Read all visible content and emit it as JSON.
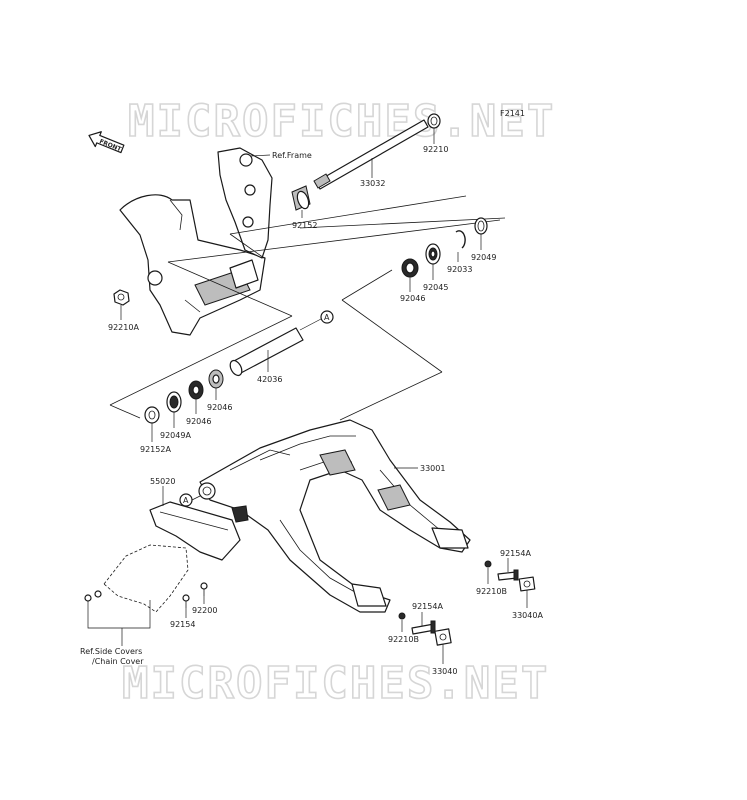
{
  "watermark": "MICROFICHES.NET",
  "front_label": "FRONT",
  "diagram_code": "F2141",
  "refs": {
    "frame": "Ref.Frame",
    "side_covers_line1": "Ref.Side Covers",
    "side_covers_line2": "/Chain Cover"
  },
  "callout": "A",
  "parts": {
    "p92210": "92210",
    "p33032": "33032",
    "p92152": "92152",
    "p92210A": "92210A",
    "p92049": "92049",
    "p92033": "92033",
    "p92045": "92045",
    "p92046_top": "92046",
    "p42036": "42036",
    "p92046_left": "92046",
    "p92046_mid": "92046",
    "p92049A": "92049A",
    "p92152A": "92152A",
    "p33001": "33001",
    "p55020": "55020",
    "p92154A_r": "92154A",
    "p92210B_r": "92210B",
    "p33040A": "33040A",
    "p92154A_b": "92154A",
    "p92210B_b": "92210B",
    "p33040": "33040",
    "p92200": "92200",
    "p92154": "92154"
  },
  "colors": {
    "line": "#1a1a1a",
    "watermark": "#d6d6d6",
    "background": "#ffffff"
  }
}
